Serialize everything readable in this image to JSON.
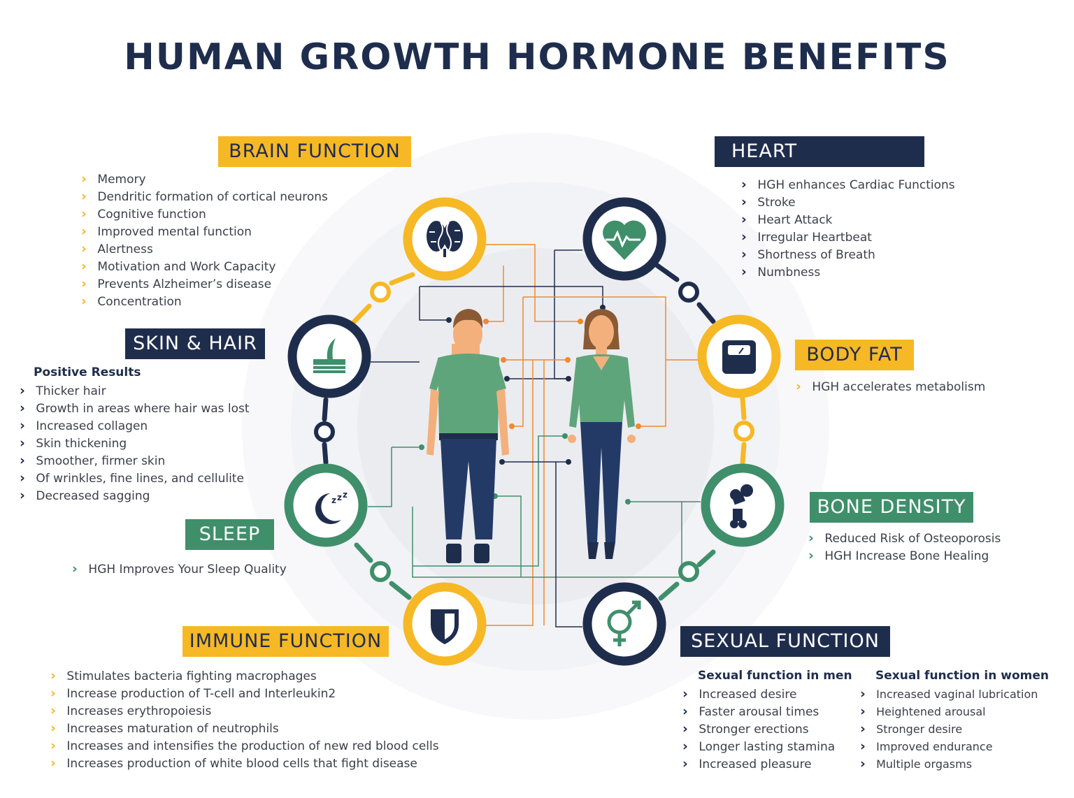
{
  "title": "HUMAN GROWTH HORMONE BENEFITS",
  "colors": {
    "navy": "#1f2d4d",
    "yellow": "#f6b825",
    "green": "#3f8f6b",
    "orange": "#ef8a2d",
    "skin": "#f3b07c",
    "shirt": "#5fa57c"
  },
  "brain": {
    "label": "BRAIN FUNCTION",
    "icon": "brain-icon",
    "items": [
      "Memory",
      "Dendritic formation of cortical neurons",
      "Cognitive function",
      "Improved mental function",
      "Alertness",
      "Motivation and Work Capacity",
      "Prevents Alzheimer’s disease",
      "Concentration"
    ]
  },
  "heart": {
    "label": "HEART",
    "icon": "heart-pulse-icon",
    "items": [
      "HGH enhances Cardiac Functions",
      "Stroke",
      "Heart Attack",
      "Irregular Heartbeat",
      "Shortness of Breath",
      "Numbness"
    ]
  },
  "skin": {
    "label": "SKIN & HAIR",
    "icon": "skin-hair-icon",
    "subhead": "Positive Results",
    "items": [
      "Thicker hair",
      "Growth in areas where hair was lost",
      "Increased collagen",
      "Skin thickening",
      "Smoother, firmer skin",
      "Of wrinkles, fine lines, and cellulite",
      "Decreased sagging"
    ]
  },
  "bodyfat": {
    "label": "BODY FAT",
    "icon": "scale-icon",
    "items": [
      "HGH accelerates metabolism"
    ]
  },
  "sleep": {
    "label": "SLEEP",
    "icon": "moon-zzz-icon",
    "items": [
      "HGH Improves Your Sleep Quality"
    ]
  },
  "bone": {
    "label": "BONE DENSITY",
    "icon": "bone-joint-icon",
    "items": [
      "Reduced Risk of Osteoporosis",
      "HGH Increase Bone Healing"
    ]
  },
  "immune": {
    "label": "IMMUNE FUNCTION",
    "icon": "shield-icon",
    "items": [
      "Stimulates bacteria fighting macrophages",
      "Increase production of T-cell and Interleukin2",
      "Increases erythropoiesis",
      "Increases maturation of neutrophils",
      "Increases and intensifies the production of new red blood cells",
      "Increases production of white blood cells that fight disease"
    ]
  },
  "sexual": {
    "label": "SEXUAL FUNCTION",
    "icon": "gender-icon",
    "men": {
      "heading": "Sexual function in men",
      "items": [
        "Increased desire",
        "Faster arousal times",
        "Stronger erections",
        "Longer lasting stamina",
        "Increased pleasure"
      ]
    },
    "women": {
      "heading": "Sexual function in women",
      "items": [
        "Increased vaginal lubrication",
        "Heightened arousal",
        "Stronger desire",
        "Improved endurance",
        "Multiple orgasms"
      ]
    }
  }
}
